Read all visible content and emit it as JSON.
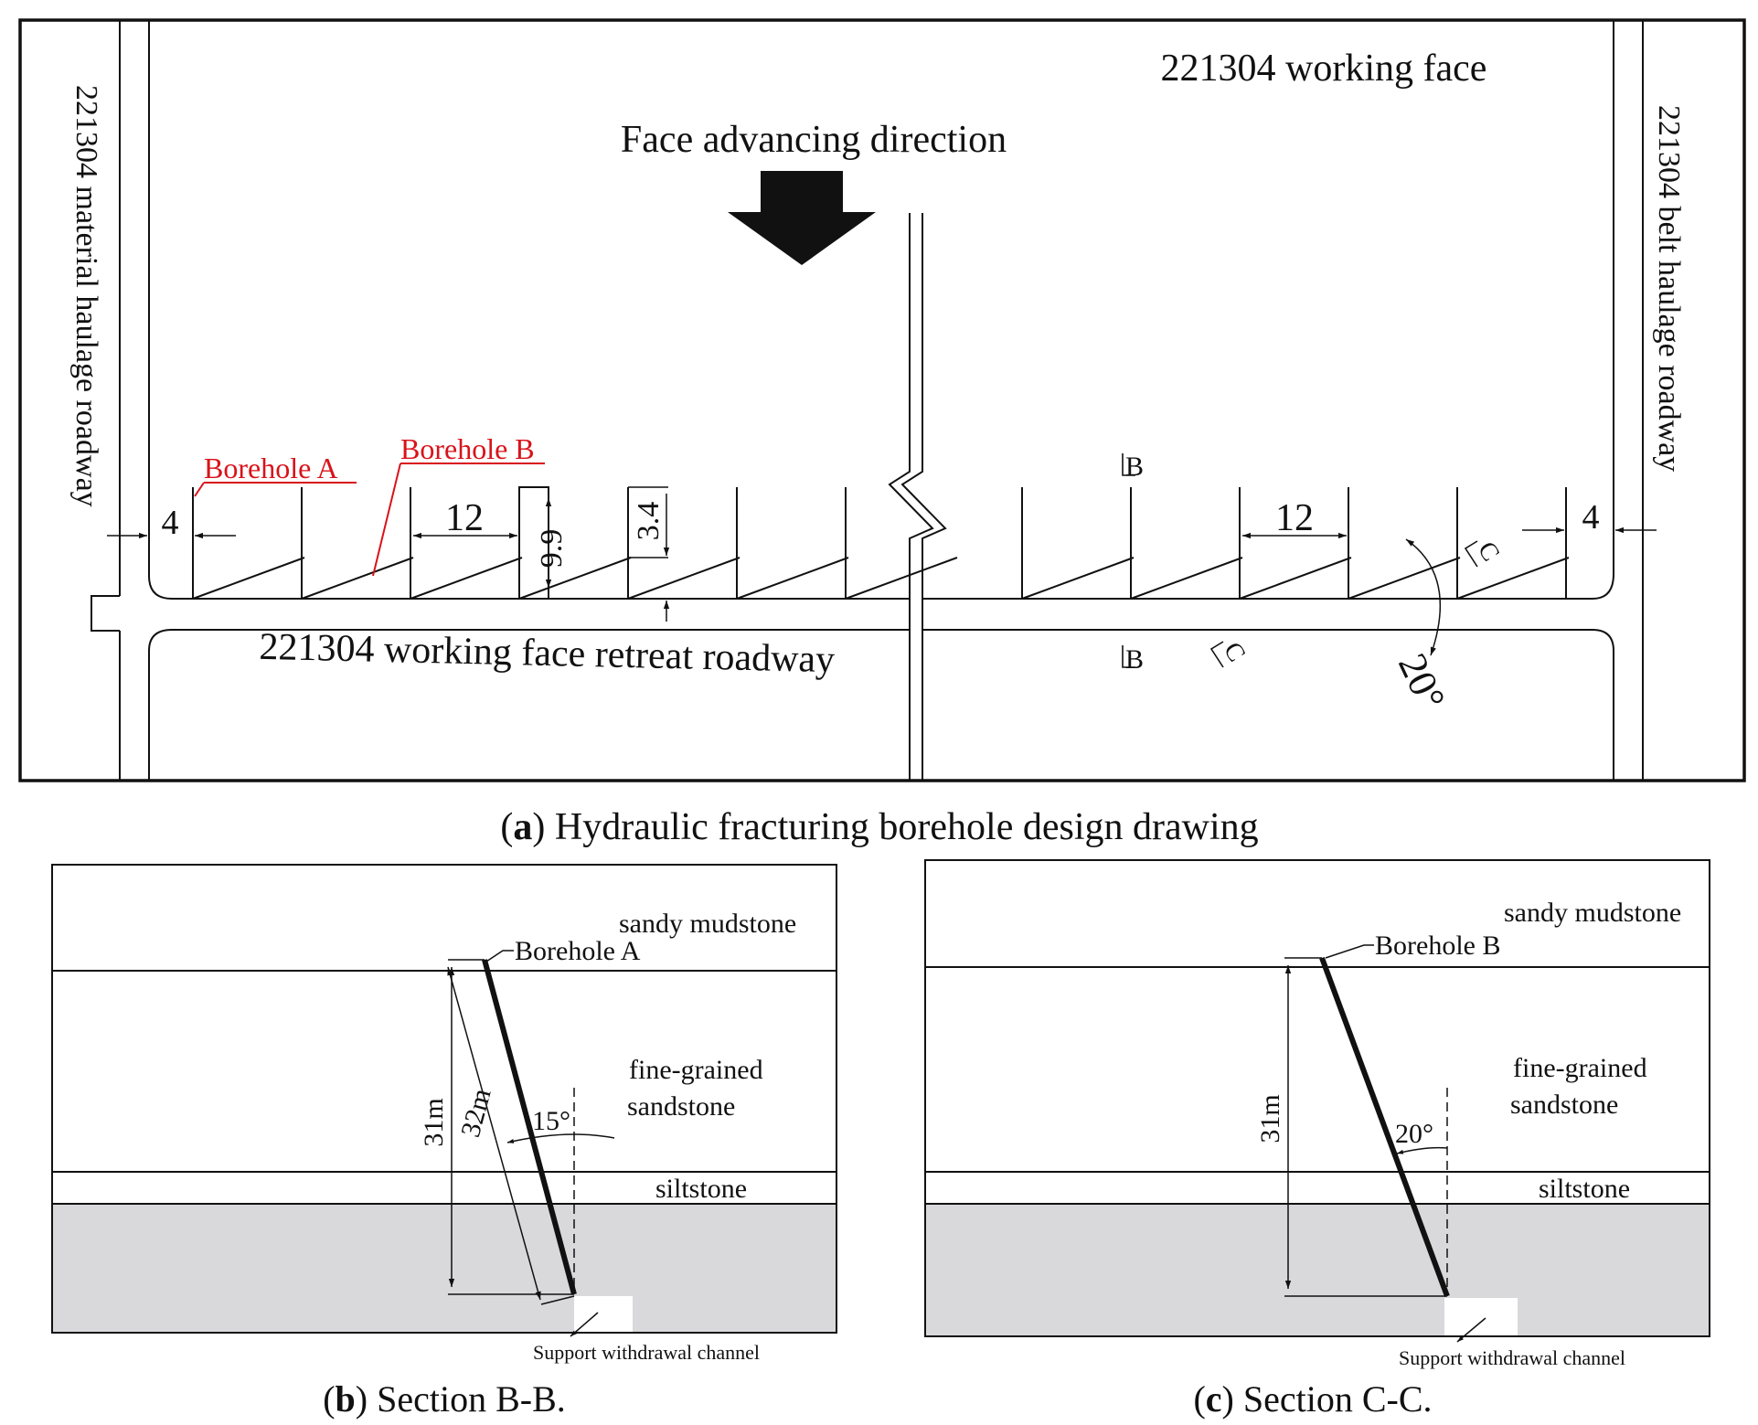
{
  "panel_a": {
    "working_face_label": "221304 working face",
    "advance_label": "Face advancing direction",
    "left_roadway_label": "221304 material haulage roadway",
    "right_roadway_label": "221304 belt haulage roadway",
    "retreat_roadway_label": "221304 working face retreat roadway",
    "borehole_a_label": "Borehole A",
    "borehole_b_label": "Borehole B",
    "dim_left_4": "4",
    "dim_spacing_12_left": "12",
    "dim_9_9": "9.9",
    "dim_3_4": "3.4",
    "dim_spacing_12_right": "12",
    "dim_right_4": "4",
    "section_b_top": "B",
    "section_b_bottom": "B",
    "section_c_top": "C",
    "section_c_bottom": "C",
    "angle_label": "20°",
    "caption_letter": "a",
    "caption_text": " Hydraulic fracturing borehole design drawing",
    "caption_open": "(",
    "caption_close": ")"
  },
  "panel_b": {
    "layer_top": "sandy mudstone",
    "layer_mid_line1": "fine-grained",
    "layer_mid_line2": "sandstone",
    "layer_siltstone": "siltstone",
    "borehole_label": "Borehole A",
    "dim_vertical": "31m",
    "dim_length": "32m",
    "angle_label": "15°",
    "channel_label": "Support withdrawal channel",
    "caption_letter": "b",
    "caption_text": " Section B-B.",
    "caption_open": "(",
    "caption_close": ")"
  },
  "panel_c": {
    "layer_top": "sandy mudstone",
    "layer_mid_line1": "fine-grained",
    "layer_mid_line2": "sandstone",
    "layer_siltstone": "siltstone",
    "borehole_label": "Borehole B",
    "dim_vertical": "31m",
    "angle_label": "20°",
    "channel_label": "Support withdrawal channel",
    "caption_letter": "c",
    "caption_text": " Section C-C.",
    "caption_open": "(",
    "caption_close": ")"
  },
  "colors": {
    "ink": "#111111",
    "borehole_label_red": "#d8131a",
    "lower_layer_gray": "#d9d9dc"
  }
}
